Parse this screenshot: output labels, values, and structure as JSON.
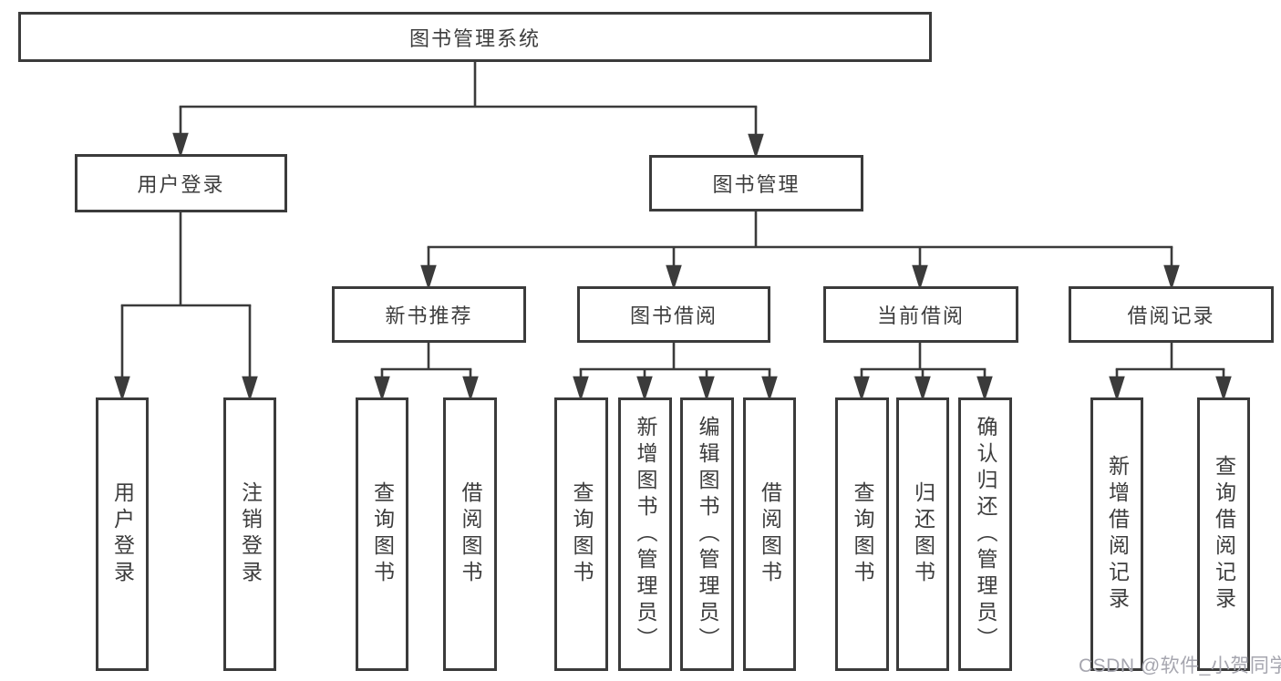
{
  "diagram": {
    "title": "图书管理系统",
    "branches": [
      {
        "label": "用户登录",
        "children": [
          {
            "label": "用户登录"
          },
          {
            "label": "注销登录"
          }
        ]
      },
      {
        "label": "图书管理",
        "children": [
          {
            "label": "新书推荐",
            "children": [
              {
                "label": "查询图书"
              },
              {
                "label": "借阅图书"
              }
            ]
          },
          {
            "label": "图书借阅",
            "children": [
              {
                "label": "查询图书"
              },
              {
                "label": "新增图书（管理员）"
              },
              {
                "label": "编辑图书（管理员）"
              },
              {
                "label": "借阅图书"
              }
            ]
          },
          {
            "label": "当前借阅",
            "children": [
              {
                "label": "查询图书"
              },
              {
                "label": "归还图书"
              },
              {
                "label": "确认归还（管理员）"
              }
            ]
          },
          {
            "label": "借阅记录",
            "children": [
              {
                "label": "新增借阅记录"
              },
              {
                "label": "查询借阅记录"
              }
            ]
          }
        ]
      }
    ]
  },
  "watermark": {
    "text": "CSDN @软件_小贺同学"
  },
  "colors": {
    "line": "#3b3b3b",
    "text": "#3d3d3d",
    "watermark": "#a6a6af",
    "background": "#ffffff"
  }
}
